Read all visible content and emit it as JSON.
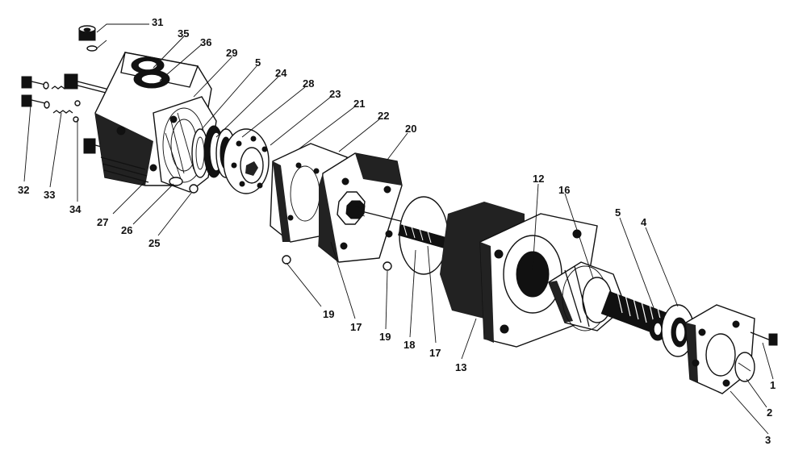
{
  "labels": {
    "l1": "1",
    "l2": "2",
    "l3": "3",
    "l4": "4",
    "l5a": "5",
    "l5b": "5",
    "l12": "12",
    "l13": "13",
    "l16": "16",
    "l17a": "17",
    "l17b": "17",
    "l18": "18",
    "l19a": "19",
    "l19b": "19",
    "l20": "20",
    "l21": "21",
    "l22": "22",
    "l23": "23",
    "l24": "24",
    "l25": "25",
    "l26": "26",
    "l27": "27",
    "l28": "28",
    "l29": "29",
    "l31": "31",
    "l32": "32",
    "l33": "33",
    "l34": "34",
    "l35": "35",
    "l36": "36"
  }
}
